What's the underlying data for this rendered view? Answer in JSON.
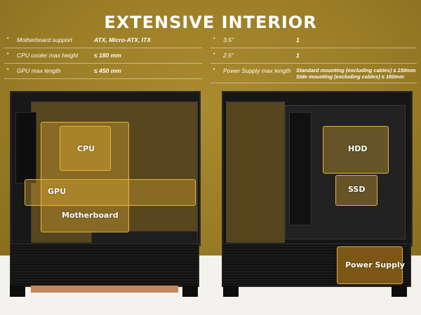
{
  "title": "EXTENSIVE INTERIOR",
  "specs_left": [
    {
      "label": "Motherboard support",
      "value": "ATX, Micro-ATX, ITX"
    },
    {
      "label": "CPU cooler max height",
      "value": "≤ 180 mm"
    },
    {
      "label": "GPU max length",
      "value": "≤ 450 mm"
    }
  ],
  "specs_right": [
    {
      "label": "3.5\"",
      "value": "1"
    },
    {
      "label": "2.5\"",
      "value": "1"
    },
    {
      "label": "Power Supply max length",
      "value": "Standard mounting (excluding cables) ≤ 150mm",
      "value2": "Side mounting (excluding cables) ≤ 160mm"
    }
  ],
  "zones": {
    "cpu": "CPU",
    "gpu": "GPU",
    "motherboard": "Motherboard",
    "hdd": "HDD",
    "ssd": "SSD",
    "power_supply": "Power Supply"
  },
  "bullet": "•",
  "colors": {
    "background": "#9c7e27",
    "highlight": "#e3b437",
    "text": "#ffffff"
  }
}
